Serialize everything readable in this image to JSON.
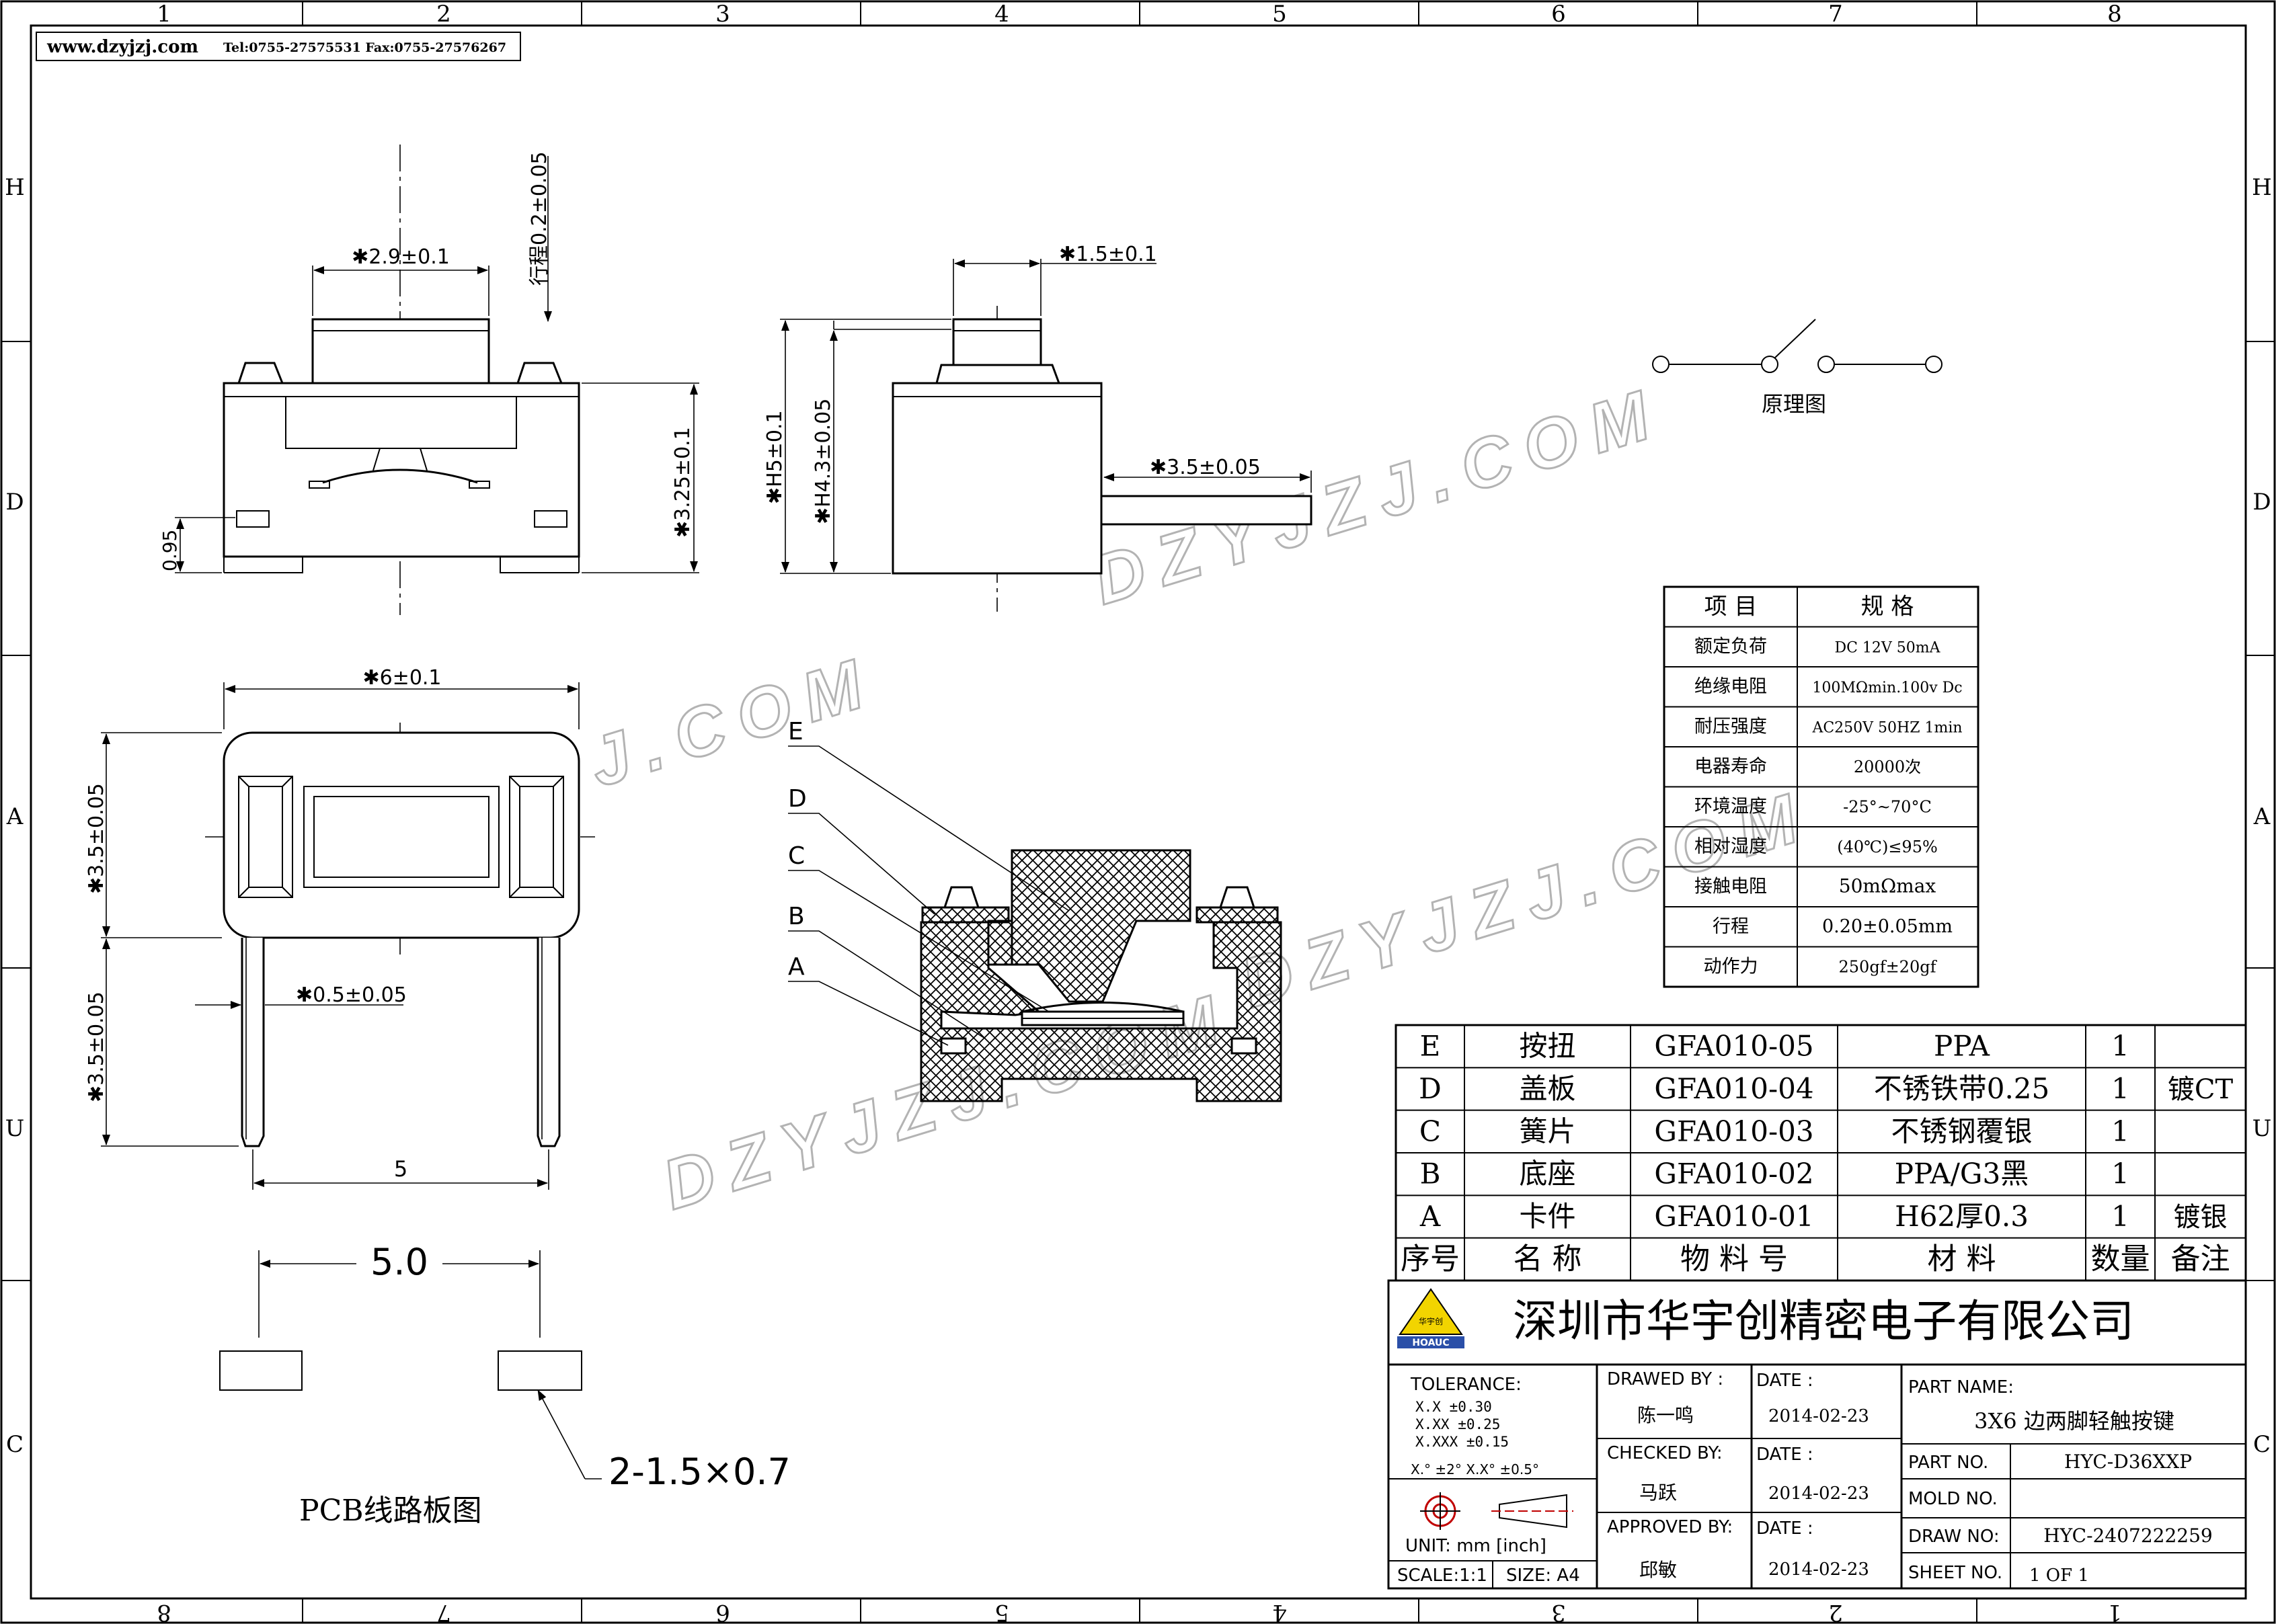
{
  "frame": {
    "cols_top": [
      "1",
      "2",
      "3",
      "4",
      "5",
      "6",
      "7",
      "8"
    ],
    "cols_bottom": [
      "8",
      "7",
      "6",
      "5",
      "4",
      "3",
      "2",
      "1"
    ],
    "rows_left": [
      "H",
      "D",
      "A",
      "U",
      "C"
    ],
    "rows_right": [
      "H",
      "D",
      "A",
      "U",
      "C"
    ]
  },
  "header": {
    "website": "www.dzyjzj.com",
    "contact": "Tel:0755-27575531  Fax:0755-27576267"
  },
  "watermark": {
    "text": "DZYJZJ.COM"
  },
  "dimensions": {
    "top_width": "✱2.9±0.1",
    "travel": "行程0.2±0.05",
    "height_body": "✱3.25±0.1",
    "pin_offset": "0.95",
    "side_width": "✱1.5±0.1",
    "side_h5": "✱H5±0.1",
    "side_h43": "✱H4.3±0.05",
    "side_pin": "✱3.5±0.05",
    "bottom_width": "✱6±0.1",
    "bottom_depth": "✱3.5±0.05",
    "pin_length": "✱3.5±0.05",
    "pin_width": "✱0.5±0.05",
    "pin_pitch": "5",
    "pcb_pitch": "5.0",
    "pcb_pad": "2-1.5×0.7"
  },
  "callouts": [
    "E",
    "D",
    "C",
    "B",
    "A"
  ],
  "schematic_label": "原理图",
  "pcb_label": "PCB线路板图",
  "spec_table": {
    "headers": [
      "项  目",
      "规    格"
    ],
    "rows": [
      [
        "额定负荷",
        "DC 12V 50mA"
      ],
      [
        "绝缘电阻",
        "100MΩmin.100v Dc"
      ],
      [
        "耐压强度",
        "AC250V 50HZ 1min"
      ],
      [
        "电器寿命",
        "20000次"
      ],
      [
        "环境温度",
        "-25°~70°C"
      ],
      [
        "相对湿度",
        "(40℃)≤95%"
      ],
      [
        "接触电阻",
        "50mΩmax"
      ],
      [
        "行程",
        "0.20±0.05mm"
      ],
      [
        "动作力",
        "250gf±20gf"
      ]
    ]
  },
  "bom": {
    "rows": [
      [
        "E",
        "按扭",
        "GFA010-05",
        "PPA",
        "1",
        ""
      ],
      [
        "D",
        "盖板",
        "GFA010-04",
        "不锈铁带0.25",
        "1",
        "镀CT"
      ],
      [
        "C",
        "簧片",
        "GFA010-03",
        "不锈钢覆银",
        "1",
        ""
      ],
      [
        "B",
        "底座",
        "GFA010-02",
        "PPA/G3黑",
        "1",
        ""
      ],
      [
        "A",
        "卡件",
        "GFA010-01",
        "H62厚0.3",
        "1",
        "镀银"
      ]
    ],
    "header": [
      "序号",
      "名  称",
      "物 料 号",
      "材   料",
      "数量",
      "备注"
    ]
  },
  "title_block": {
    "company": "深圳市华宇创精密电子有限公司",
    "logo_text": "HOAUC",
    "logo_cn": "华宇创",
    "tolerance_label": "TOLERANCE:",
    "tolerances": [
      "X.X    ±0.30",
      "X.XX   ±0.25",
      "X.XXX  ±0.15"
    ],
    "angle_tol": "X.°  ±2°      X.X°  ±0.5°",
    "unit": "UNIT:  mm  [inch]",
    "scale": "SCALE:1:1",
    "size": "SIZE: A4",
    "drawed_by_label": "DRAWED BY :",
    "drawed_by": "陈一鸣",
    "checked_by_label": "CHECKED BY:",
    "checked_by": "马跃",
    "approved_by_label": "APPROVED BY:",
    "approved_by": "邱敏",
    "date_label": "DATE :",
    "date1": "2014-02-23",
    "date2": "2014-02-23",
    "date3": "2014-02-23",
    "part_name_label": "PART NAME:",
    "part_name": "3X6 边两脚轻触按键",
    "part_no_label": "PART NO.",
    "part_no": "HYC-D36XXP",
    "mold_no_label": "MOLD NO.",
    "mold_no": "",
    "draw_no_label": "DRAW NO:",
    "draw_no": "HYC-2407222259",
    "sheet_no_label": "SHEET NO.",
    "sheet_no": "1 OF 1"
  }
}
